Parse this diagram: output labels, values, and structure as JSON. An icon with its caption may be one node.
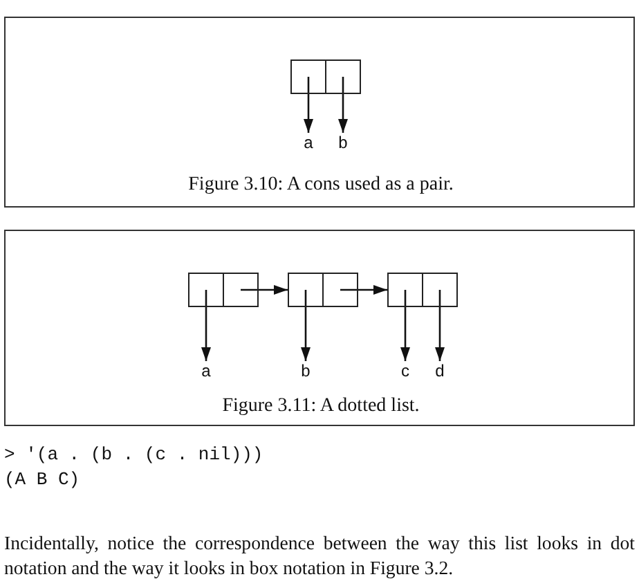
{
  "diagram": {
    "nodes": [
      {
        "text": [
          "Figure 3.10: A cons used as a pair."
        ]
      },
      {
        "text": [],
        "shape": "box",
        "in": 0
      },
      {
        "text": [],
        "shape": "box",
        "in": 0
      },
      {
        "text": [
          "a"
        ],
        "in": 0
      },
      {
        "text": [
          "b"
        ],
        "in": 0
      },
      {
        "text": [
          "Figure 3.11: A dotted list."
        ]
      },
      {
        "text": [],
        "shape": "box",
        "in": 5
      },
      {
        "text": [],
        "shape": "box",
        "in": 5
      },
      {
        "text": [],
        "shape": "box",
        "in": 5
      },
      {
        "text": [],
        "shape": "box",
        "in": 5
      },
      {
        "text": [],
        "shape": "box",
        "in": 5
      },
      {
        "text": [],
        "shape": "box",
        "in": 5
      },
      {
        "text": [
          "a"
        ],
        "in": 5
      },
      {
        "text": [
          "b"
        ],
        "in": 5
      },
      {
        "text": [
          "c"
        ],
        "in": 5
      },
      {
        "text": [
          "d"
        ],
        "in": 5
      }
    ],
    "edges": [
      {
        "from": 1,
        "to": 3,
        "arrow": "to"
      },
      {
        "from": 2,
        "to": 4,
        "arrow": "to"
      },
      {
        "from": 6,
        "to": 12,
        "arrow": "to"
      },
      {
        "from": 7,
        "to": 8,
        "arrow": "to"
      },
      {
        "from": 8,
        "to": 13,
        "arrow": "to"
      },
      {
        "from": 9,
        "to": 10,
        "arrow": "to"
      },
      {
        "from": 10,
        "to": 14,
        "arrow": "to"
      },
      {
        "from": 11,
        "to": 15,
        "arrow": "to"
      }
    ],
    "labels": [
      "> '(a . (b . (c . nil)))",
      "(A B C)",
      "Incidentally, notice the correspondence between the way this list looks in dot notation and the way it looks in box notation in Figure 3.2."
    ]
  }
}
